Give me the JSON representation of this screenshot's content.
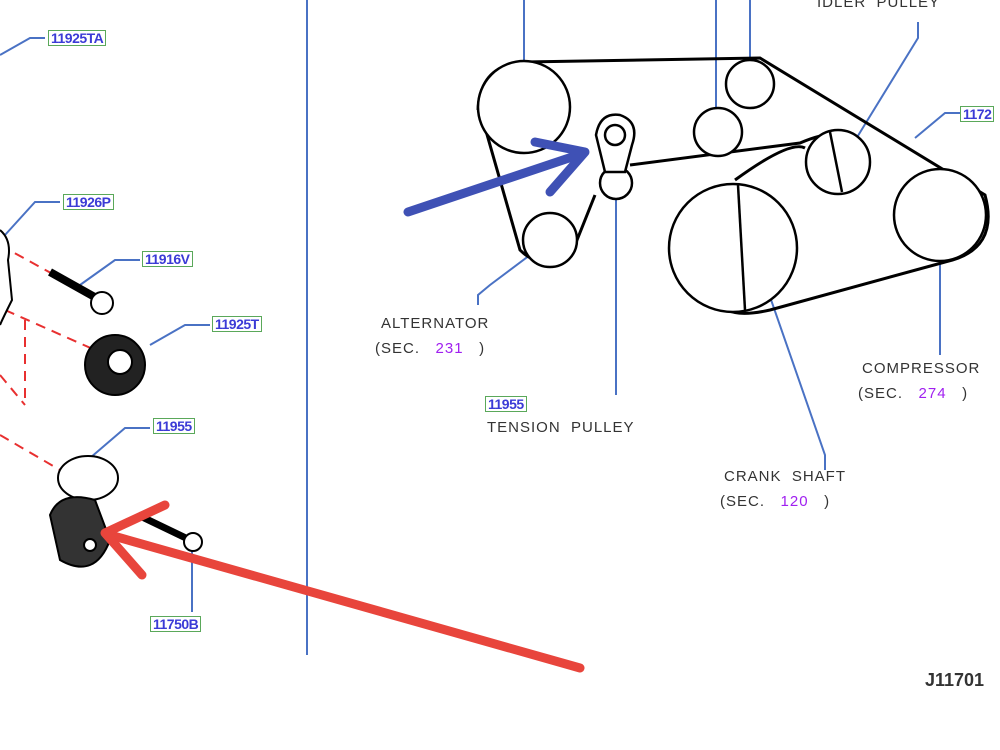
{
  "part_numbers_left": [
    "11925TA",
    "11926P",
    "11916V",
    "11925T",
    "11955",
    "11750B"
  ],
  "part_numbers_right": {
    "tension": "11955",
    "belt": "1172"
  },
  "labels": {
    "idler": "IDLER  PULLEY",
    "alternator": "ALTERNATOR",
    "alternator_sec": "231",
    "tension": "TENSION  PULLEY",
    "crank": "CRANK  SHAFT",
    "crank_sec": "120",
    "compressor": "COMPRESSOR",
    "compressor_sec": "274",
    "sec_prefix": "(SEC.",
    "sec_suffix": ")"
  },
  "diagram_code": "J11701",
  "colors": {
    "leader": "#4a72c4",
    "blue_arrow": "#3f51b5",
    "red_arrow": "#e8453c",
    "dash": "#e83030"
  }
}
